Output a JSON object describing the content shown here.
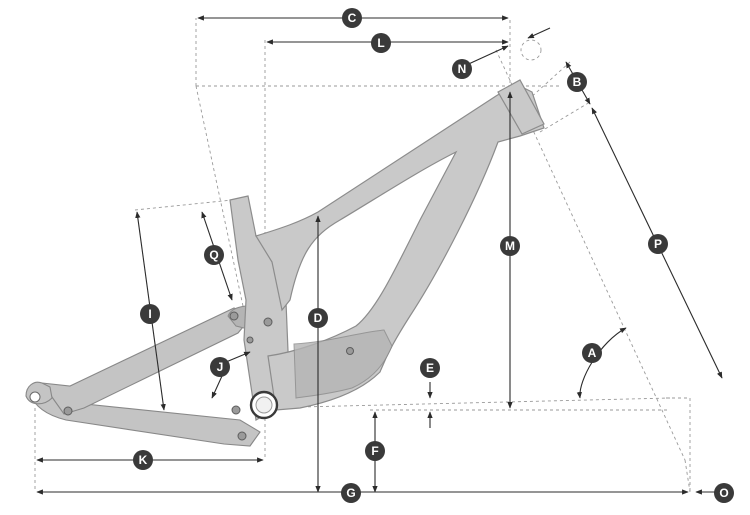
{
  "diagram": {
    "labels": [
      "A",
      "B",
      "C",
      "D",
      "E",
      "F",
      "G",
      "I",
      "J",
      "K",
      "L",
      "M",
      "N",
      "O",
      "P",
      "Q"
    ],
    "colors": {
      "badge": "#3a3a3a",
      "line": "#2b2b2b",
      "frame": "#c9c9c9",
      "guide": "#9a9a9a"
    }
  }
}
